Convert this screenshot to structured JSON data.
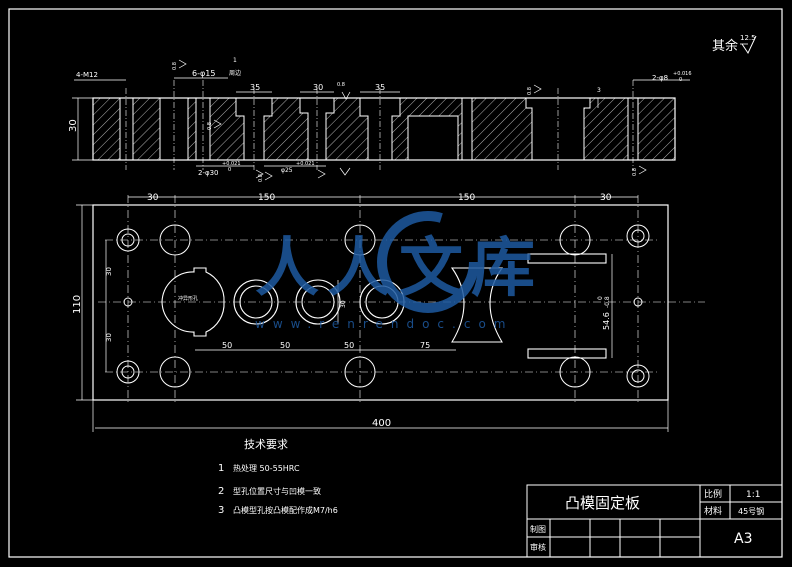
{
  "sheet": {
    "roughness_label": "其余",
    "roughness_value": "12.5"
  },
  "section_view": {
    "label_holes_m12": "4-M12",
    "label_holes_15": "6-φ15",
    "label_weld": "周边",
    "label_weld_value": "1",
    "label_height": "30",
    "dim_35_left": "35",
    "dim_30_mid": "30",
    "dim_35_right": "35",
    "label_holes_30": "2-φ30",
    "label_holes_30_tol": "+0.021",
    "label_holes_30_tol_low": "0",
    "label_bore_25": "φ25",
    "label_bore_25_tol": "+0.021",
    "label_pins_right": "2-φ8",
    "label_pins_right_tol": "+0.016",
    "label_pins_right_tol_low": "0",
    "label_depth_3": "3",
    "ra_08_a": "0.8",
    "ra_08_b": "0.8",
    "ra_08_c": "0.8",
    "ra_08_d": "0.8",
    "ra_08_e": "0.8",
    "ra_08_f": "0.8"
  },
  "plan_view": {
    "dim_30_left": "30",
    "dim_150_left": "150",
    "dim_150_right": "150",
    "dim_30_right": "30",
    "dim_110": "110",
    "dim_400": "400",
    "dim_50_a": "50",
    "dim_50_b": "50",
    "dim_50_c": "50",
    "dim_75": "75",
    "dim_546": "54.6",
    "dim_546_tol": "-0.8",
    "dim_546_tol_high": "0",
    "dim_small_30": "30",
    "dim_vertical_left_a": "30",
    "dim_vertical_left_b": "30",
    "label_inner_punch": "冲异形孔"
  },
  "watermark": {
    "brand": "人人文库",
    "url": "www.renrendoc.com"
  },
  "requirements": {
    "heading": "技术要求",
    "items": [
      {
        "num": "1",
        "text": "热处理 50-55HRC"
      },
      {
        "num": "2",
        "text": "型孔位置尺寸与凹模一致"
      },
      {
        "num": "3",
        "text": "凸模型孔按凸模配作成M7/h6"
      }
    ]
  },
  "title_block": {
    "part_name": "凸模固定板",
    "scale_label": "比例",
    "scale_value": "1:1",
    "material_label": "材料",
    "material_value": "45号钢",
    "drawn_label": "制图",
    "checked_label": "审核",
    "sheet_size": "A3"
  },
  "colors": {
    "background": "#000000",
    "line": "#ffffff",
    "accent_blue": "#1e4f8c",
    "watermark_blue": "#1e5aa0"
  }
}
